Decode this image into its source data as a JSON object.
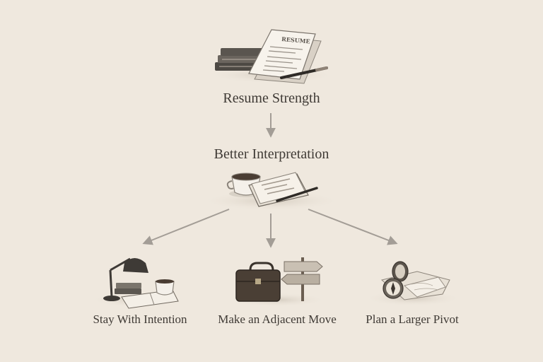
{
  "diagram": {
    "nodes": {
      "top": {
        "label": "Resume Strength",
        "icon": "resume-with-books-and-pen-icon"
      },
      "middle": {
        "label": "Better Interpretation",
        "icon": "coffee-and-notes-icon"
      },
      "left": {
        "label": "Stay With Intention",
        "icon": "desk-lamp-and-books-icon"
      },
      "center": {
        "label": "Make an Adjacent Move",
        "icon": "briefcase-and-signpost-icon"
      },
      "right": {
        "label": "Plan a Larger Pivot",
        "icon": "compass-and-map-icon"
      }
    },
    "resume_heading": "RESUME"
  },
  "colors": {
    "background": "#efe8de",
    "ink": "#3f3a35",
    "arrow": "#a39d96",
    "paper": "#f7f3ec"
  }
}
